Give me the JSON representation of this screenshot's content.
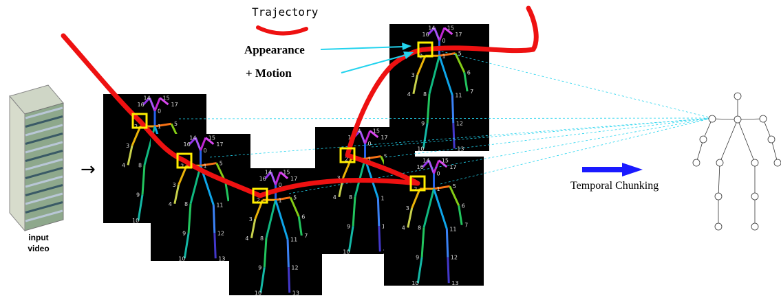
{
  "legend": {
    "title": "Trajectory"
  },
  "labels": {
    "appearance": "Appearance",
    "motion": "+ Motion",
    "input_line1": "input",
    "input_line2": "video",
    "temporal_chunking": "Temporal Chunking"
  },
  "colors": {
    "trajectory": "#ee1111",
    "box": "#ffee00",
    "arrow_cyan": "#22d3ee",
    "chunk_arrow": "#1a1aff",
    "frame_bg": "#000000"
  },
  "arrow_glyph": "→",
  "joint_labels": [
    "0",
    "1",
    "2",
    "3",
    "4",
    "5",
    "6",
    "7",
    "8",
    "9",
    "10",
    "11",
    "12",
    "13",
    "14",
    "15",
    "16",
    "17"
  ]
}
